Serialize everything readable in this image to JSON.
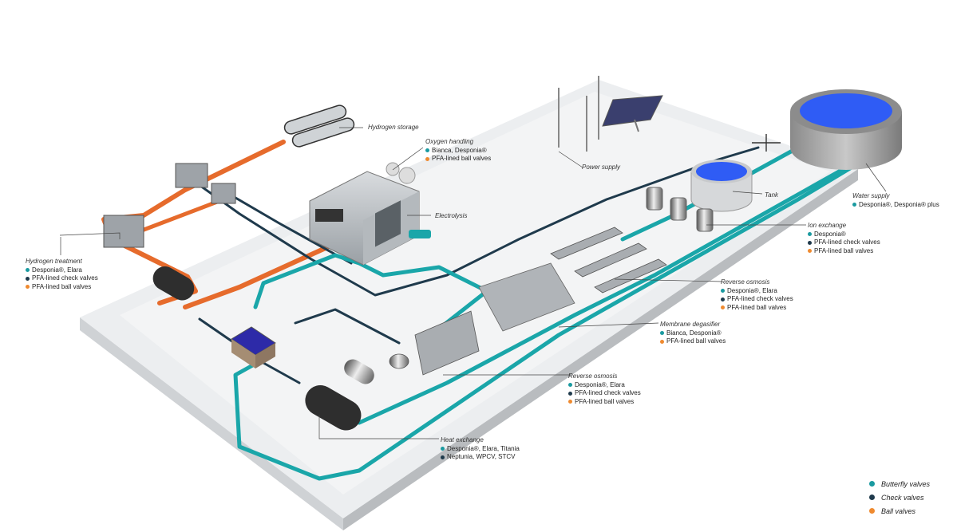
{
  "labels": {
    "hydrogen_storage": {
      "title": "Hydrogen storage",
      "rows": []
    },
    "oxygen_handling": {
      "title": "Oxygen handling",
      "rows": [
        {
          "color": "teal",
          "text": "Bianca, Desponia®"
        },
        {
          "color": "orange",
          "text": "PFA-lined ball valves"
        }
      ]
    },
    "power_supply": {
      "title": "Power supply",
      "rows": []
    },
    "electrolysis": {
      "title": "Electrolysis",
      "rows": []
    },
    "tank": {
      "title": "Tank",
      "rows": []
    },
    "water_supply": {
      "title": "Water supply",
      "rows": [
        {
          "color": "teal",
          "text": "Desponia®, Desponia® plus"
        }
      ]
    },
    "ion_exchange": {
      "title": "Ion exchange",
      "rows": [
        {
          "color": "teal",
          "text": "Desponia®"
        },
        {
          "color": "navy",
          "text": "PFA-lined check valves"
        },
        {
          "color": "orange",
          "text": "PFA-lined ball valves"
        }
      ]
    },
    "hydrogen_treatment": {
      "title": "Hydrogen treatment",
      "rows": [
        {
          "color": "teal",
          "text": "Desponia®, Elara"
        },
        {
          "color": "navy",
          "text": "PFA-lined check valves"
        },
        {
          "color": "orange",
          "text": "PFA-lined ball valves"
        }
      ]
    },
    "reverse_osmosis_right": {
      "title": "Reverse osmosis",
      "rows": [
        {
          "color": "teal",
          "text": "Desponia®, Elara"
        },
        {
          "color": "navy",
          "text": "PFA-lined check valves"
        },
        {
          "color": "orange",
          "text": "PFA-lined ball valves"
        }
      ]
    },
    "membrane_degasifier": {
      "title": "Membrane degasifier",
      "rows": [
        {
          "color": "teal",
          "text": "Bianca, Desponia®"
        },
        {
          "color": "orange",
          "text": "PFA-lined ball valves"
        }
      ]
    },
    "reverse_osmosis_left": {
      "title": "Reverse osmosis",
      "rows": [
        {
          "color": "teal",
          "text": "Desponia®, Elara"
        },
        {
          "color": "navy",
          "text": "PFA-lined check valves"
        },
        {
          "color": "orange",
          "text": "PFA-lined ball valves"
        }
      ]
    },
    "heat_exchange": {
      "title": "Heat exchange",
      "rows": [
        {
          "color": "teal",
          "text": "Desponia®, Elara, Titania"
        },
        {
          "color": "navy",
          "text": "Neptunia, WPCV, STCV"
        }
      ]
    }
  },
  "legend": [
    {
      "color": "teal",
      "text": "Butterfly valves"
    },
    {
      "color": "navy",
      "text": "Check valves"
    },
    {
      "color": "orange",
      "text": "Ball valves"
    }
  ],
  "colors": {
    "teal": "#1a9aa0",
    "navy": "#1f3a4c",
    "orange": "#ef8a2f",
    "water": "#2f5cf5"
  }
}
